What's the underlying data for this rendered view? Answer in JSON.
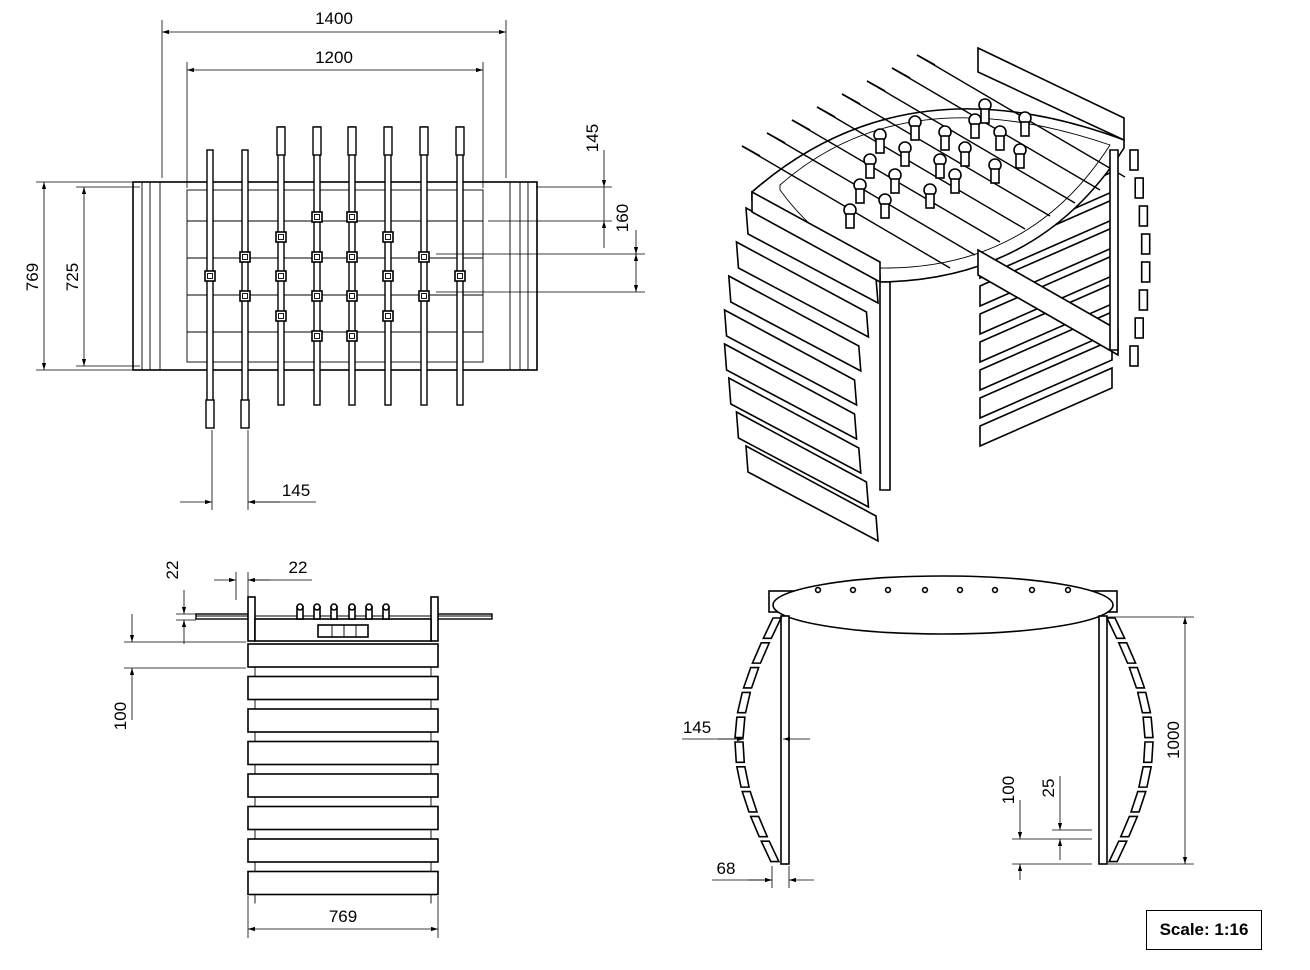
{
  "scale_label": "Scale: 1:16",
  "top_view": {
    "dim_overall_width": "1400",
    "dim_playfield_width": "1200",
    "dim_overall_depth": "769",
    "dim_inner_depth": "725",
    "dim_rod_spacing": "145",
    "dim_right_upper": "145",
    "dim_right_lower": "160"
  },
  "side_view": {
    "dim_top_22": "22",
    "dim_left_22": "22",
    "dim_plank": "100",
    "dim_width": "769"
  },
  "front_view": {
    "dim_left_145": "145",
    "dim_bottom_68": "68",
    "dim_gap_100": "100",
    "dim_gap_25": "25",
    "dim_height": "1000"
  }
}
